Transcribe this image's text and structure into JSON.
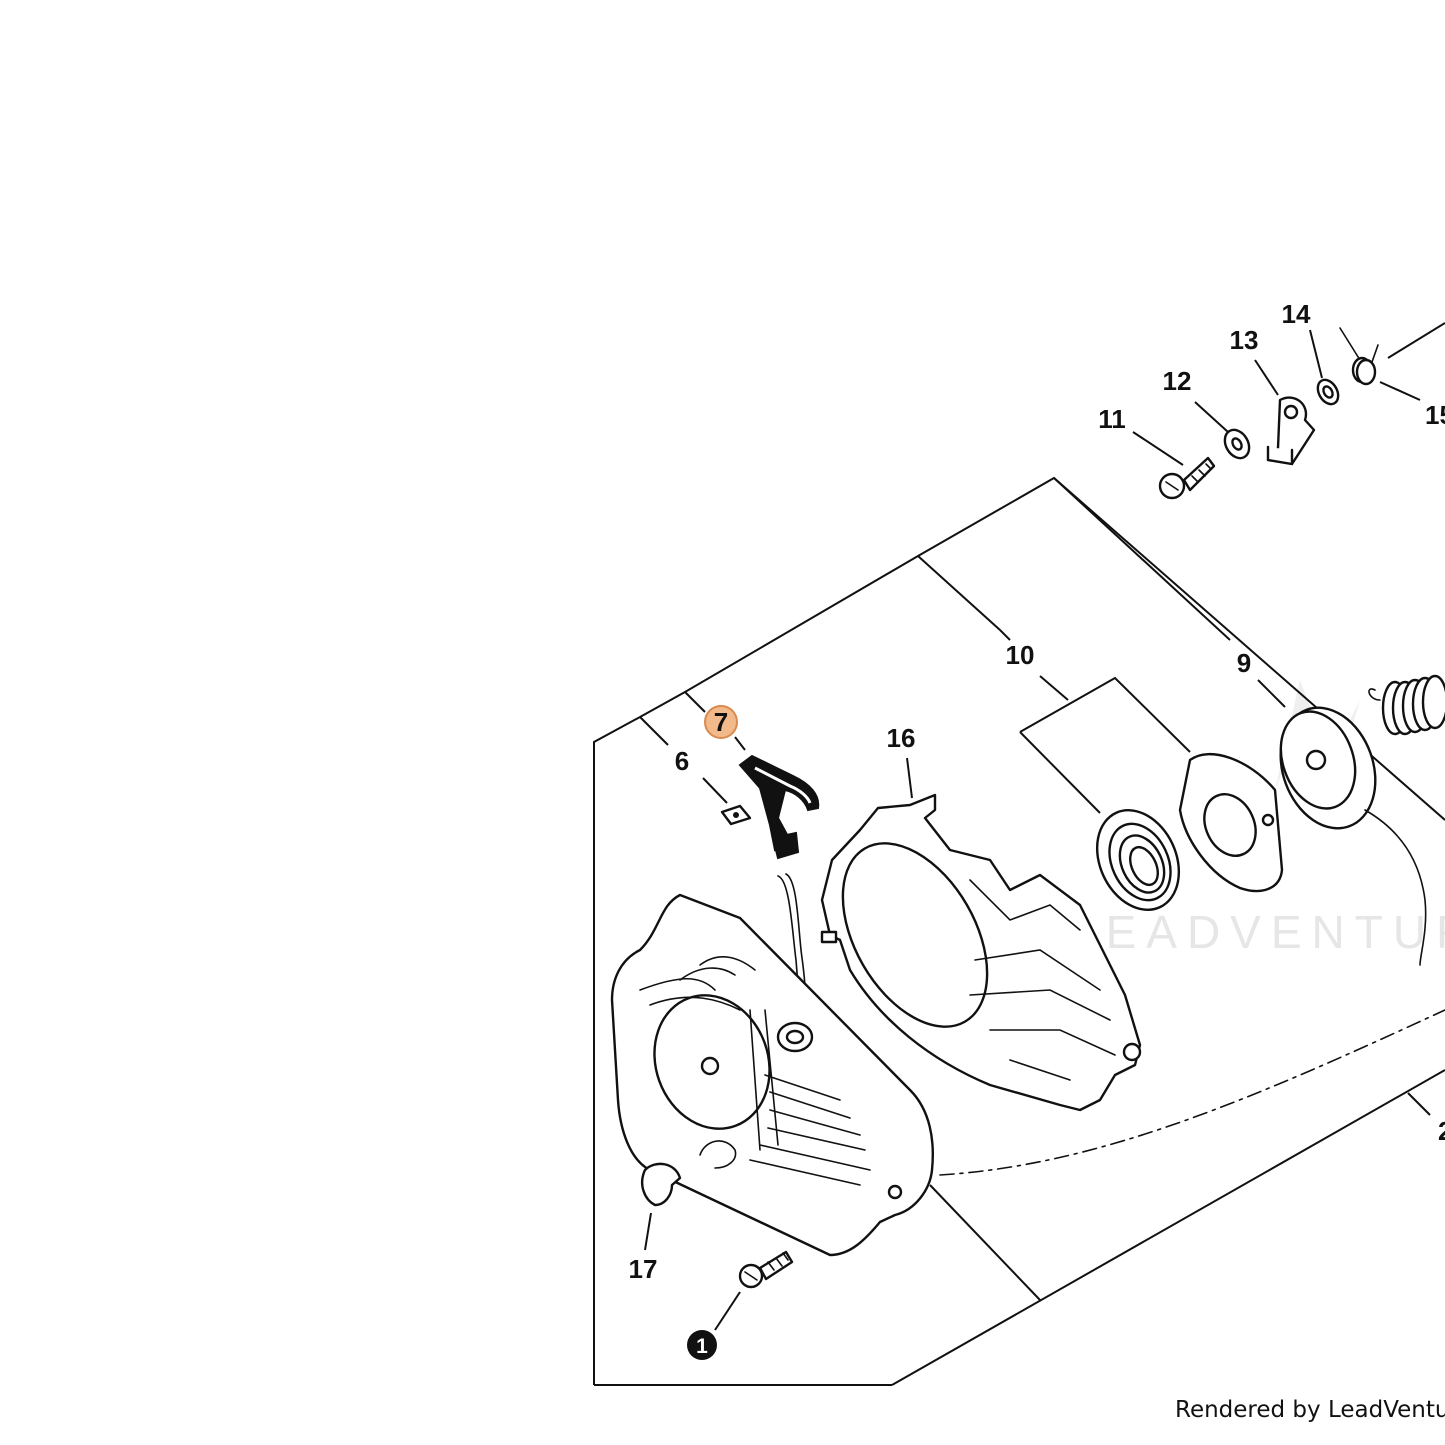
{
  "callouts": {
    "c1": "1",
    "c2": "2",
    "c6": "6",
    "c7": "7",
    "c9": "9",
    "c10": "10",
    "c11": "11",
    "c12": "12",
    "c13": "13",
    "c14": "14",
    "c15": "15",
    "c16": "16",
    "c17": "17"
  },
  "highlighted_callout": "7",
  "watermark": "LEADVENTURE",
  "credit": "Rendered by LeadVenture, I",
  "colors": {
    "highlight_fill": "#f2b98a",
    "highlight_stroke": "#d98a4e",
    "line": "#111111",
    "watermark": "#e6e6e6"
  }
}
